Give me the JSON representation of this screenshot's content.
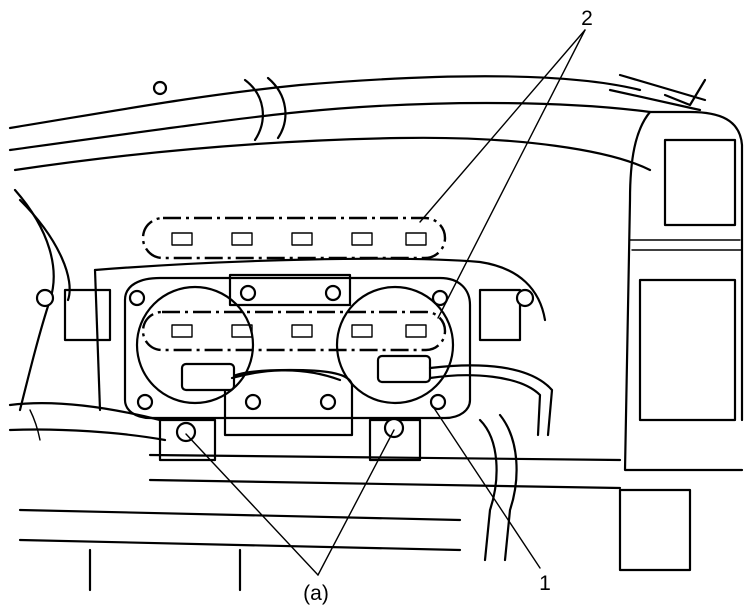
{
  "callouts": {
    "hose_clamp": "2",
    "speedometer_assembly": "1",
    "bolts": "(a)"
  }
}
